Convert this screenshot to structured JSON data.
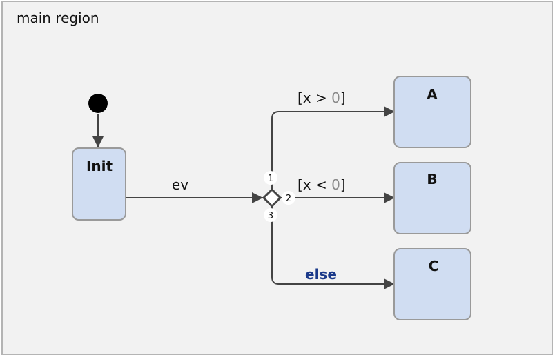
{
  "region": {
    "label": "main region",
    "background": "#f2f2f2",
    "border": "#b4b4b4"
  },
  "colors": {
    "state_fill": "#d0ddf2",
    "state_border": "#9a9a9a",
    "edge": "#444444",
    "else_text": "#1b3a8a"
  },
  "states": {
    "init": "Init",
    "a": "A",
    "b": "B",
    "c": "C"
  },
  "transitions": {
    "init_to_choice": "ev",
    "to_a": {
      "open": "[x > ",
      "num": "0",
      "close": "]"
    },
    "to_b": {
      "open": "[x < ",
      "num": "0",
      "close": "]"
    },
    "to_c": "else"
  },
  "choice": {
    "ports": [
      "1",
      "2",
      "3"
    ]
  }
}
